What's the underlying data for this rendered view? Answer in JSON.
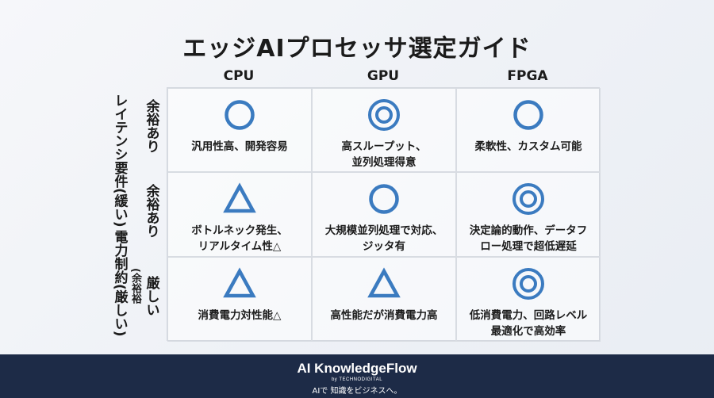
{
  "title": "エッジAIプロセッサ選定ガイド",
  "columns": [
    "CPU",
    "GPU",
    "FPGA"
  ],
  "row_axis": {
    "main_label_latency": "レイテンシ要件(緩い)",
    "main_label_power": "電力制約(厳しい)",
    "power_sub_label": "(余裕",
    "power_sub_label2": "裕"
  },
  "row_labels": [
    "余裕あり",
    "余裕あり",
    "厳しい"
  ],
  "cells": [
    [
      {
        "symbol": "circle",
        "text": "汎用性高、開発容易"
      },
      {
        "symbol": "double-circle",
        "text": "高スループット、\n並列処理得意"
      },
      {
        "symbol": "circle",
        "text": "柔軟性、カスタム可能"
      }
    ],
    [
      {
        "symbol": "triangle",
        "text": "ボトルネック発生、\nリアルタイム性△"
      },
      {
        "symbol": "circle",
        "text": "大規模並列処理で対応、\nジッタ有"
      },
      {
        "symbol": "double-circle",
        "text": "決定論的動作、データフ\nロー処理で超低遅延"
      }
    ],
    [
      {
        "symbol": "triangle",
        "text": "消費電力対性能△"
      },
      {
        "symbol": "triangle",
        "text": "高性能だが消費電力高"
      },
      {
        "symbol": "double-circle",
        "text": "低消費電力、回路レベル\n最適化で高効率"
      }
    ]
  ],
  "colors": {
    "accent": "#3b7bc0",
    "footer_bg": "#1d2b47"
  },
  "footer": {
    "brand": "AI KnowledgeFlow",
    "brand_sub": "by TECHNODIGITAL",
    "tagline": "AIで 知識をビジネスへ。"
  }
}
